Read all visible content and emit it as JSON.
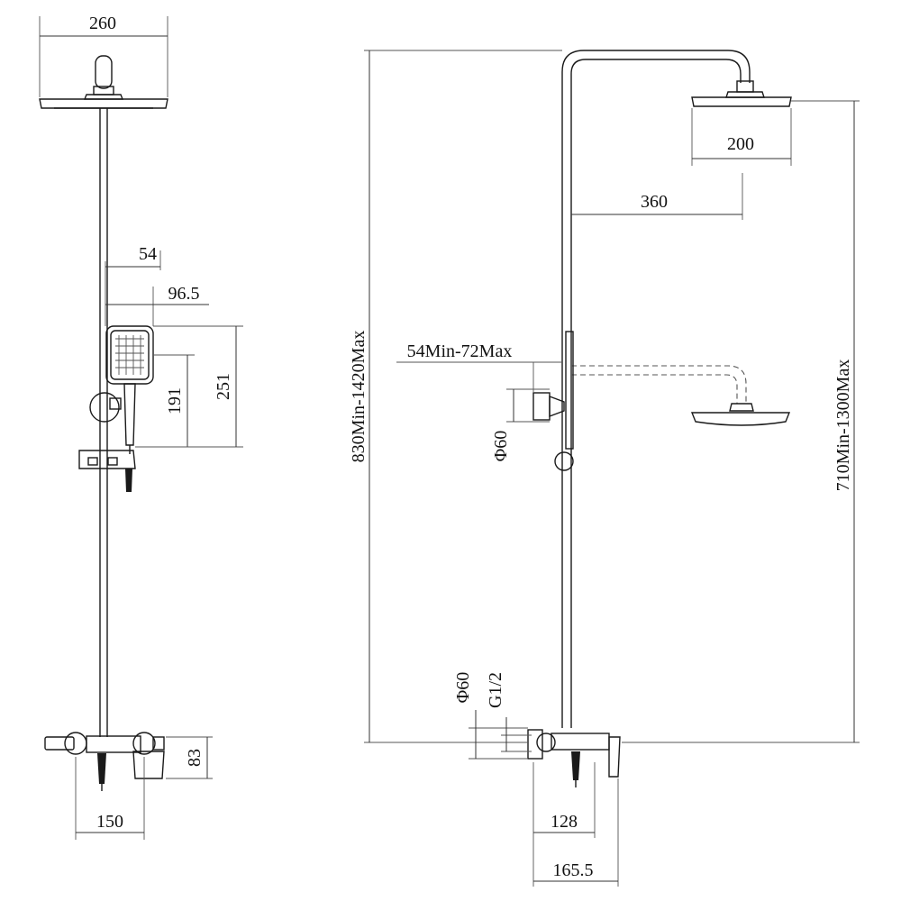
{
  "front_view": {
    "head_width": "260",
    "handshower_offset": "54",
    "handshower_reach": "96.5",
    "holder_height": "191",
    "handshower_height": "251",
    "mixer_height": "83",
    "mixer_width": "150"
  },
  "side_view": {
    "head_diameter": "200",
    "arm_reach": "360",
    "total_height": "830Min-1420Max",
    "adjust_range": "54Min-72Max",
    "holder_flange": "Φ60",
    "wall_flange": "Φ60",
    "thread": "G1/2",
    "head_height": "710Min-1300Max",
    "mixer_depth": "128",
    "total_depth": "165.5"
  }
}
